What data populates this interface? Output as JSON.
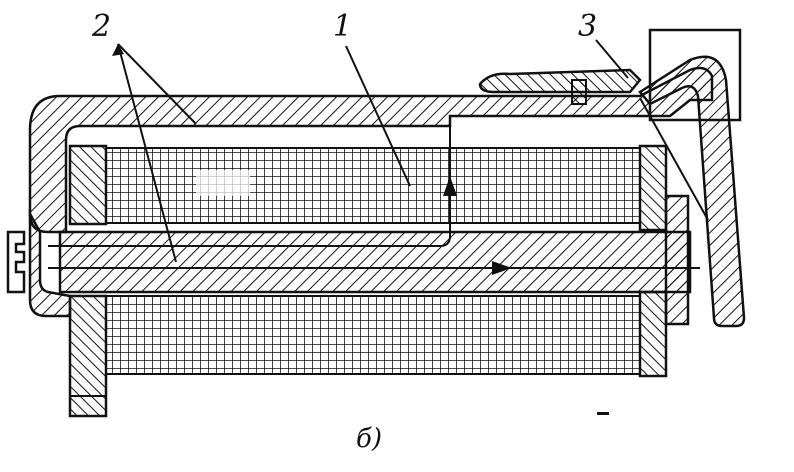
{
  "labels": {
    "core": "1",
    "windings": "2",
    "armature": "3"
  },
  "caption": "б)",
  "colors": {
    "ink": "#111111",
    "paper": "#ffffff"
  }
}
